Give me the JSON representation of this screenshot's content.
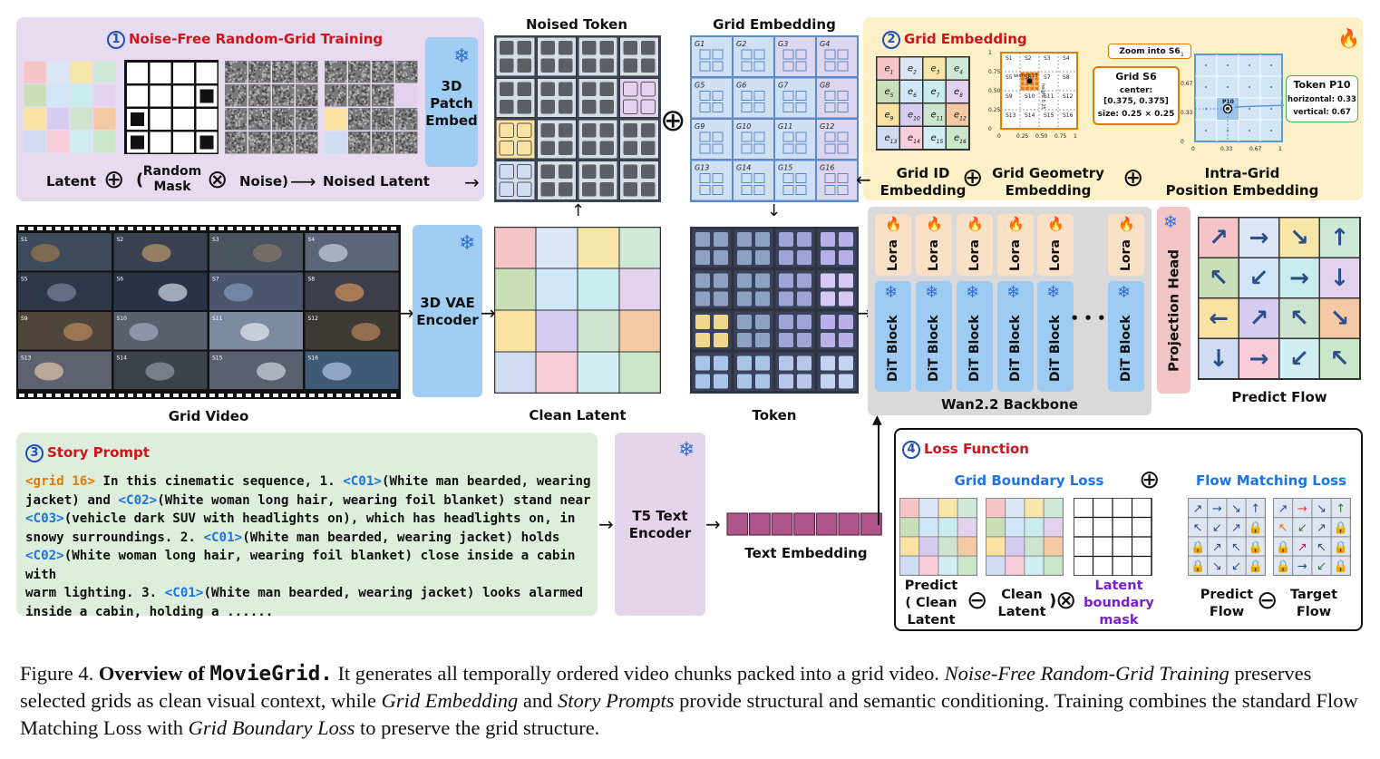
{
  "panel1": {
    "num": "1",
    "title": "Noise-Free Random-Grid Training",
    "latent": "Latent",
    "random_mask": "Random\nMask",
    "noise": "Noise)",
    "noised_latent": "Noised Latent",
    "open_paren": "(",
    "patch_embed": "3D\nPatch\nEmbed"
  },
  "noised_token_title": "Noised Token",
  "grid_embedding_title": "Grid Embedding",
  "grid_labels": [
    "G1",
    "G2",
    "G3",
    "G4",
    "G5",
    "G6",
    "G7",
    "G8",
    "G9",
    "G10",
    "G11",
    "G12",
    "G13",
    "G14",
    "G15",
    "G16"
  ],
  "panel2": {
    "num": "2",
    "title": "Grid Embedding",
    "e_labels": [
      "e1",
      "e2",
      "e3",
      "e4",
      "e5",
      "e6",
      "e7",
      "e8",
      "e9",
      "e10",
      "e11",
      "e12",
      "e13",
      "e14",
      "e15",
      "e16"
    ],
    "s_labels": [
      "S1",
      "S2",
      "S3",
      "S4",
      "S5",
      "S6",
      "S7",
      "S8",
      "S9",
      "S10",
      "S11",
      "S12",
      "S13",
      "S14",
      "S15",
      "S16"
    ],
    "width_note": "width 0.25",
    "height_note": "height 0.25",
    "zoom_into": "Zoom into S6",
    "grid_s6_title": "Grid S6",
    "grid_s6_center_label": "center:",
    "grid_s6_center": "[0.375, 0.375]",
    "grid_s6_size": "size: 0.25 × 0.25",
    "axis_x": [
      "0",
      "0.25",
      "0.50",
      "0.75",
      "1"
    ],
    "axis_y": [
      "0",
      "0.25",
      "0.50",
      "0.75",
      "1"
    ],
    "zoom_axis_x": [
      "0",
      "0.33",
      "0.67",
      "1"
    ],
    "zoom_axis_y": [
      "0",
      "0.33",
      "0.67",
      "1"
    ],
    "p10": "P10",
    "token_title": "Token P10",
    "horizontal": "horizontal: 0.33",
    "vertical": "vertical: 0.67",
    "grid_id_emb": "Grid ID\nEmbedding",
    "grid_geo_emb": "Grid Geometry\nEmbedding",
    "intra_emb": "Intra-Grid\nPosition Embedding"
  },
  "grid_video_label": "Grid Video",
  "shot_labels": [
    "S1",
    "S2",
    "S3",
    "S4",
    "S5",
    "S6",
    "S7",
    "S8",
    "S9",
    "S10",
    "S11",
    "S12",
    "S13",
    "S14",
    "S15",
    "S16"
  ],
  "vae_encoder": "3D VAE\nEncoder",
  "clean_latent_label": "Clean Latent",
  "token_label": "Token",
  "lora": "Lora",
  "dit_block": "DiT Block",
  "dots": "• • •",
  "backbone_label": "Wan2.2 Backbone",
  "projection_head": "Projection Head",
  "predict_flow_label": "Predict Flow",
  "flow_arrows": [
    "↗",
    "→",
    "↘",
    "↑",
    "↖",
    "↙",
    "→",
    "↓",
    "←",
    "↗",
    "↖",
    "↘",
    "↓",
    "→",
    "↙",
    "↖"
  ],
  "panel3": {
    "num": "3",
    "title": "Story Prompt",
    "lines": [
      [
        {
          "t": "<grid 16>",
          "c": "orange"
        },
        {
          "t": " In this cinematic sequence, 1. ",
          "c": ""
        },
        {
          "t": "<C01>",
          "c": "blue"
        },
        {
          "t": "(White man bearded, wearing",
          "c": ""
        }
      ],
      [
        {
          "t": "jacket) and ",
          "c": ""
        },
        {
          "t": "<C02>",
          "c": "blue"
        },
        {
          "t": "(White woman long hair, wearing foil blanket) stand near",
          "c": ""
        }
      ],
      [
        {
          "t": "<C03>",
          "c": "blue"
        },
        {
          "t": "(vehicle dark SUV with headlights on), which has headlights on, in",
          "c": ""
        }
      ],
      [
        {
          "t": "snowy surroundings. 2. ",
          "c": ""
        },
        {
          "t": "<C01>",
          "c": "blue"
        },
        {
          "t": "(White man bearded, wearing jacket) holds",
          "c": ""
        }
      ],
      [
        {
          "t": "<C02>",
          "c": "blue"
        },
        {
          "t": "(White woman long hair, wearing foil blanket) close inside a cabin with",
          "c": ""
        }
      ],
      [
        {
          "t": "warm lighting. 3. ",
          "c": ""
        },
        {
          "t": "<C01>",
          "c": "blue"
        },
        {
          "t": "(White man bearded, wearing jacket) looks alarmed",
          "c": ""
        }
      ],
      [
        {
          "t": "inside a cabin, holding a ......",
          "c": ""
        }
      ]
    ]
  },
  "t5_encoder": "T5 Text\nEncoder",
  "text_embedding_label": "Text Embedding",
  "panel4": {
    "num": "4",
    "title": "Loss Function",
    "grid_boundary_loss": "Grid Boundary Loss",
    "flow_matching_loss": "Flow Matching Loss",
    "predict_clean_latent": "Predict\n( Clean\nLatent",
    "clean_latent": "Clean\nLatent",
    "close_paren": ")",
    "latent_boundary_mask": "Latent\nboundary\nmask",
    "predict_flow": "Predict\nFlow",
    "target_flow": "Target\nFlow",
    "fm_pred_arrows": [
      "↗",
      "→",
      "↘",
      "↑",
      "↖",
      "↙",
      "↗",
      "🔒",
      "🔒",
      "↗",
      "↖",
      "🔒",
      "🔒",
      "↘",
      "↙",
      "🔒"
    ],
    "fm_tgt_arrows": [
      "↗",
      "→",
      "↘",
      "↑",
      "↖",
      "↙",
      "↗",
      "🔒",
      "🔒",
      "↗",
      "↖",
      "🔒",
      "🔒",
      "→",
      "↙",
      "🔒"
    ]
  },
  "caption": {
    "fig": "Figure 4.",
    "bold_pre": "Overview of",
    "mono": "MovieGrid.",
    "t1": " It generates all temporally ordered video chunks packed into a grid video. ",
    "i1": "Noise-Free Random-Grid Training",
    "t2": " preserves selected grids as clean visual context, while ",
    "i2": "Grid Embedding",
    "t3": " and ",
    "i3": "Story Prompts",
    "t4": " provide structural and semantic conditioning. Training combines the standard Flow Matching Loss with ",
    "i4": "Grid Boundary Loss",
    "t5": " to preserve the grid structure."
  },
  "colors": {
    "panel1_bg": "#e7dcef",
    "panel2_bg": "#fdf0c7",
    "panel3_bg": "#ddeedd",
    "encoder_blue": "#9fcdf4",
    "t5_purple": "#e5d5ea",
    "proj_pink": "#f2c6c6",
    "backbone_gray": "#d9d9d9",
    "lora_peach": "#fbe0c8",
    "dit_blue": "#9ecbf2",
    "red_title": "#d0141b",
    "blue_label": "#1a73e8"
  }
}
